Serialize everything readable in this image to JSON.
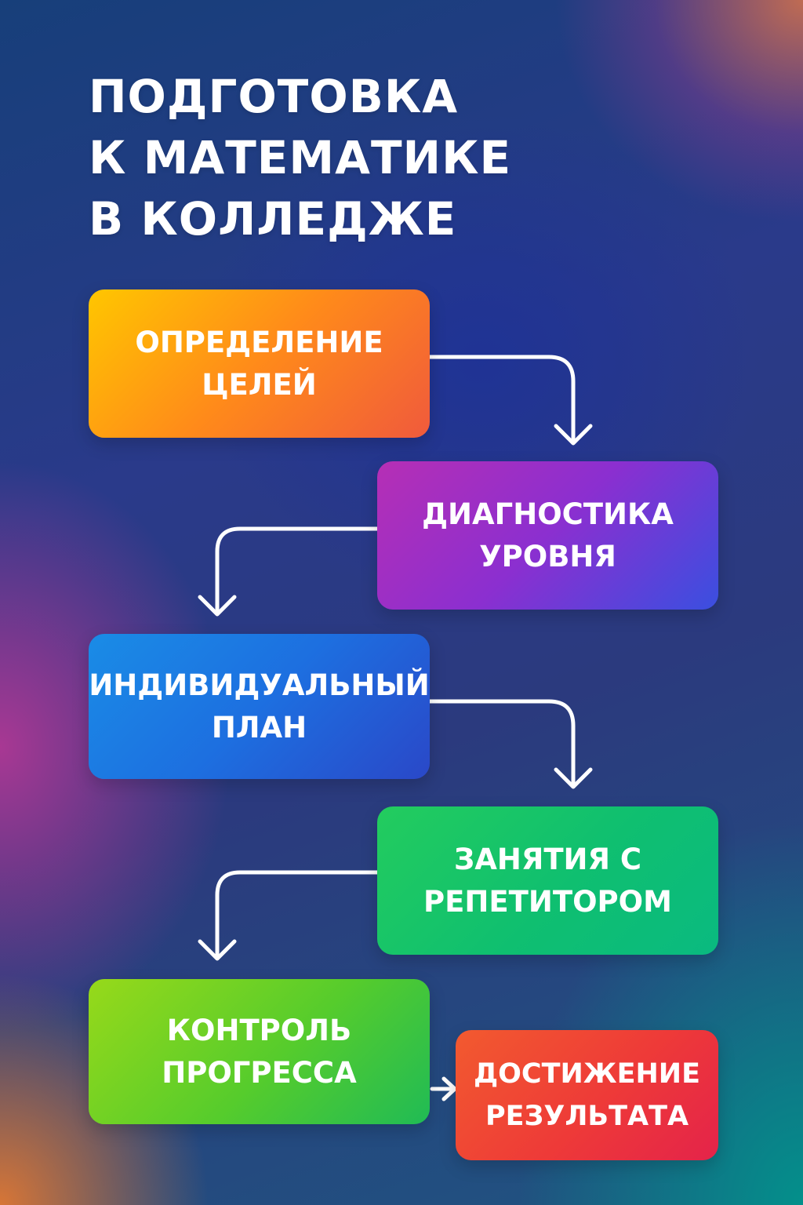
{
  "title": "ПОДГОТОВКА\nК МАТЕМАТИКЕ\nВ КОЛЛЕДЖЕ",
  "steps": [
    {
      "label": "ОПРЕДЕЛЕНИЕ\nЦЕЛЕЙ"
    },
    {
      "label": "ДИАГНОСТИКА\nУРОВНЯ"
    },
    {
      "label": "ИНДИВИДУАЛЬНЫЙ\nПЛАН"
    },
    {
      "label": "ЗАНЯТИЯ С\nРЕПЕТИТОРОМ"
    },
    {
      "label": "КОНТРОЛЬ\nПРОГРЕССА"
    },
    {
      "label": "ДОСТИЖЕНИЕ\nРЕЗУЛЬТАТА"
    }
  ],
  "colors": {
    "text": "#ffffff",
    "arrow": "#ffffff",
    "step_1": "#ff8a1a",
    "step_2": "#8b2fd0",
    "step_3": "#1d6fe0",
    "step_4": "#0fbf70",
    "step_5": "#56cc2c",
    "step_6": "#ee3a38"
  }
}
